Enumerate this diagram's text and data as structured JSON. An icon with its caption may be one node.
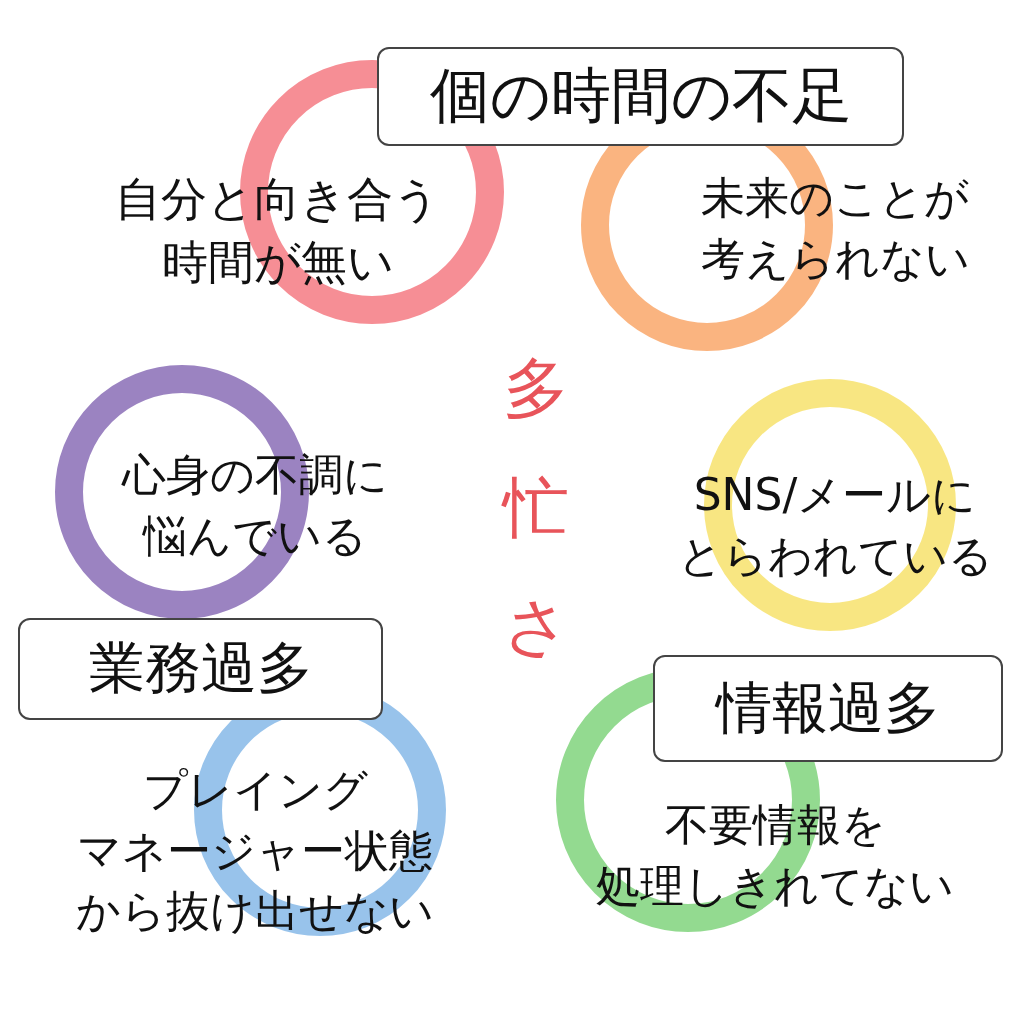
{
  "diagram": {
    "nodes": [
      {
        "text": [
          "個の時間の不足"
        ]
      },
      {
        "text": [
          "自分と向き合う時間が無い"
        ]
      },
      {
        "text": [
          "未来のことが考えられない"
        ]
      },
      {
        "text": [
          "心身の不調に悩んでいる"
        ]
      },
      {
        "text": [
          "SNS/メールにとらわれている"
        ]
      },
      {
        "text": [
          "業務過多"
        ]
      },
      {
        "text": [
          "プレイングマネージャー状態から抜け出せない"
        ]
      },
      {
        "text": [
          "情報過多"
        ]
      },
      {
        "text": [
          "不要情報を処理しきれてない"
        ]
      }
    ],
    "edges": [],
    "labels": [
      "多忙さ"
    ]
  }
}
